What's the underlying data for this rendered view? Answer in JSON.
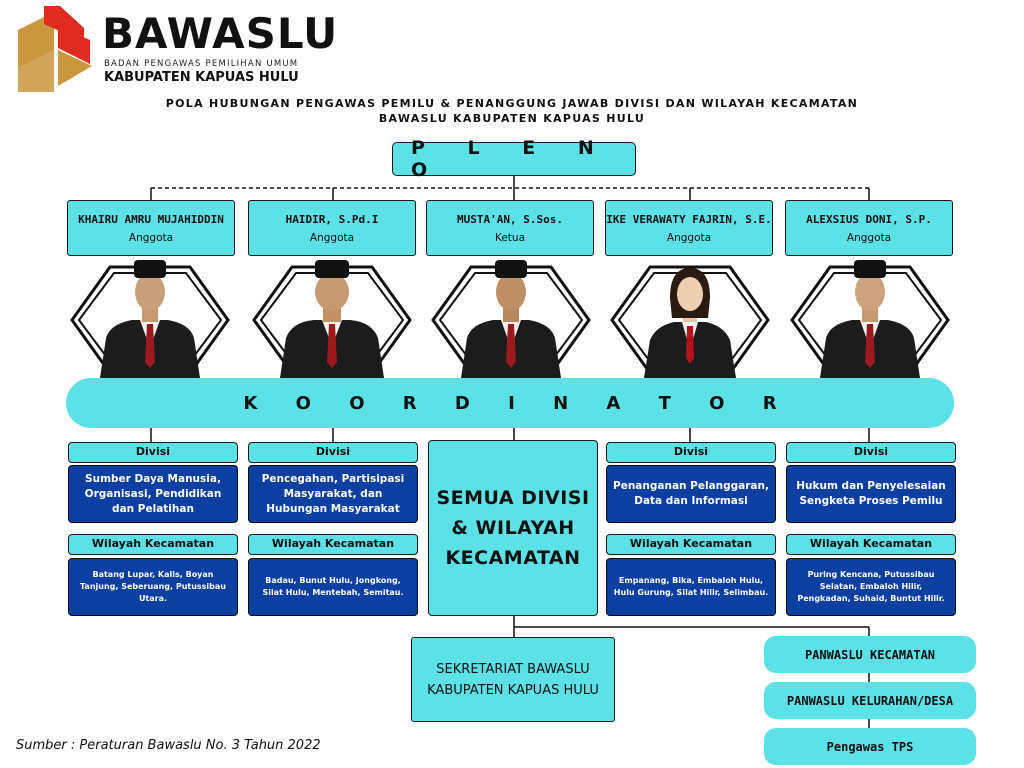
{
  "logo": {
    "word": "BAWASLU",
    "subtitle": "BADAN PENGAWAS PEMILIHAN UMUM",
    "region": "KABUPATEN KAPUAS HULU",
    "red": "#e02b20",
    "gold": "#c9973c"
  },
  "title": {
    "line1": "POLA HUBUNGAN PENGAWAS PEMILU & PENANGGUNG JAWAB DIVISI DAN WILAYAH KECAMATAN",
    "line2": "BAWASLU KABUPATEN KAPUAS HULU"
  },
  "pleno": "P L E N O",
  "members": [
    {
      "name": "KHAIRU AMRU MUJAHIDDIN",
      "role": "Anggota",
      "gender": "male"
    },
    {
      "name": "HAIDIR, S.Pd.I",
      "role": "Anggota",
      "gender": "male"
    },
    {
      "name": "MUSTA'AN, S.Sos.",
      "role": "Ketua",
      "gender": "male"
    },
    {
      "name": "IKE VERAWATY FAJRIN, S.E.",
      "role": "Anggota",
      "gender": "female"
    },
    {
      "name": "ALEXSIUS DONI, S.P.",
      "role": "Anggota",
      "gender": "male"
    }
  ],
  "koordinator": "K O O R D I N A T O R",
  "divisions": [
    {
      "label": "Divisi",
      "name": "Sumber Daya Manusia, Organisasi, Pendidikan dan Pelatihan",
      "wilayah_label": "Wilayah Kecamatan",
      "wilayah": "Batang Lupar, Kalis, Boyan Tanjung, Seberuang, Putussibau Utara."
    },
    {
      "label": "Divisi",
      "name": "Pencegahan, Partisipasi Masyarakat, dan Hubungan Masyarakat",
      "wilayah_label": "Wilayah Kecamatan",
      "wilayah": "Badau, Bunut Hulu, Jongkong, Silat Hulu, Mentebah, Semitau."
    },
    {
      "label": "Divisi",
      "name": "Penanganan Pelanggaran, Data dan Informasi",
      "wilayah_label": "Wilayah Kecamatan",
      "wilayah": "Empanang, Bika, Embaloh Hulu, Hulu Gurung, Silat Hilir, Selimbau."
    },
    {
      "label": "Divisi",
      "name": "Hukum dan Penyelesaian Sengketa Proses Pemilu",
      "wilayah_label": "Wilayah Kecamatan",
      "wilayah": "Puring Kencana, Putussibau Selatan, Embaloh Hilir, Pengkadan, Suhaid, Buntut  Hilir."
    }
  ],
  "semua": "SEMUA DIVISI & WILAYAH KECAMATAN",
  "sekretariat": "SEKRETARIAT BAWASLU KABUPATEN KAPUAS HULU",
  "panwaslu": [
    "PANWASLU KECAMATAN",
    "PANWASLU KELURAHAN/DESA",
    "Pengawas TPS"
  ],
  "source": "Sumber : Peraturan Bawaslu No. 3 Tahun 2022",
  "colors": {
    "cyan": "#5ce1e6",
    "navy": "#0b3fa1"
  }
}
